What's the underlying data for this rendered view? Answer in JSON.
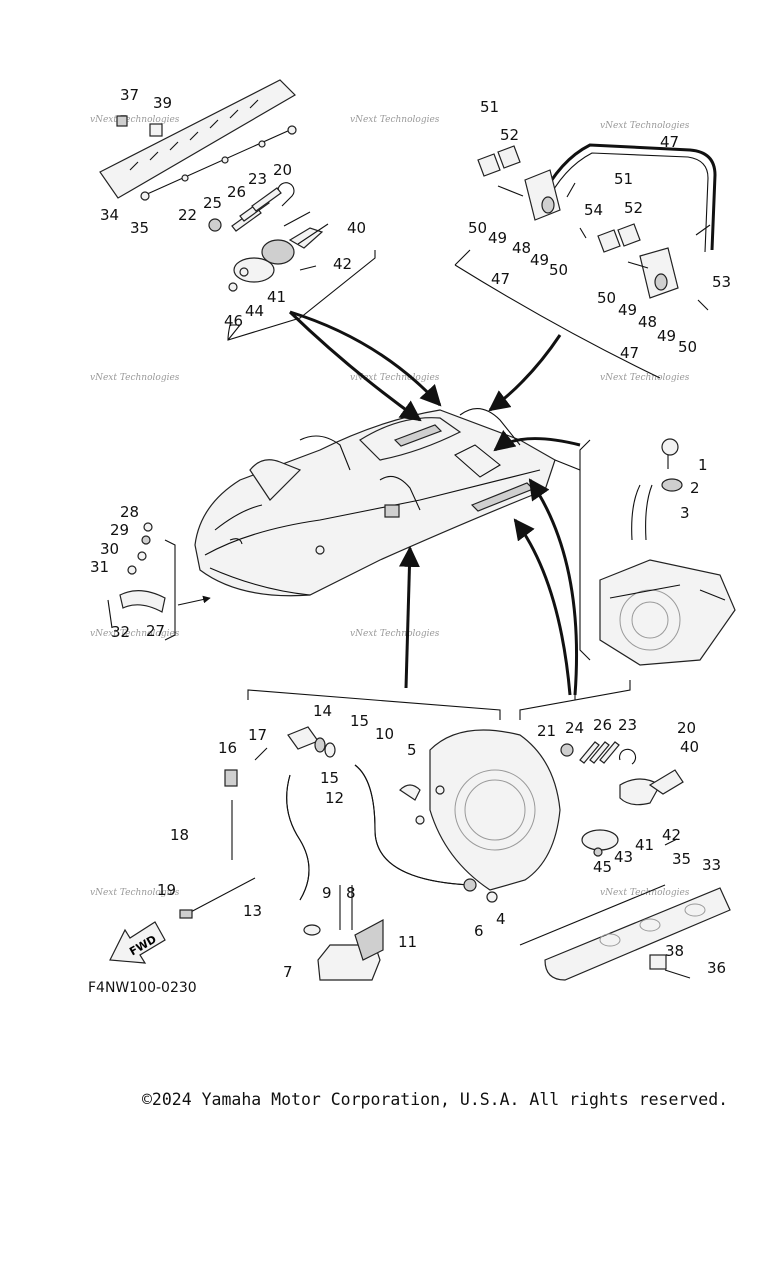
{
  "diagram": {
    "code": "F4NW100-0230",
    "direction_label": "FWD",
    "watermark": "vNext Technologies",
    "callouts": [
      "1",
      "2",
      "3",
      "4",
      "5",
      "6",
      "7",
      "8",
      "9",
      "10",
      "11",
      "12",
      "13",
      "14",
      "15",
      "16",
      "17",
      "18",
      "19",
      "20",
      "21",
      "22",
      "23",
      "24",
      "25",
      "26",
      "27",
      "28",
      "29",
      "30",
      "31",
      "32",
      "33",
      "34",
      "35",
      "36",
      "37",
      "38",
      "39",
      "40",
      "41",
      "42",
      "43",
      "44",
      "45",
      "46",
      "47",
      "48",
      "49",
      "50",
      "51",
      "52",
      "53",
      "54"
    ]
  },
  "footer": {
    "copyright": "©2024 Yamaha Motor Corporation, U.S.A. All rights reserved."
  }
}
